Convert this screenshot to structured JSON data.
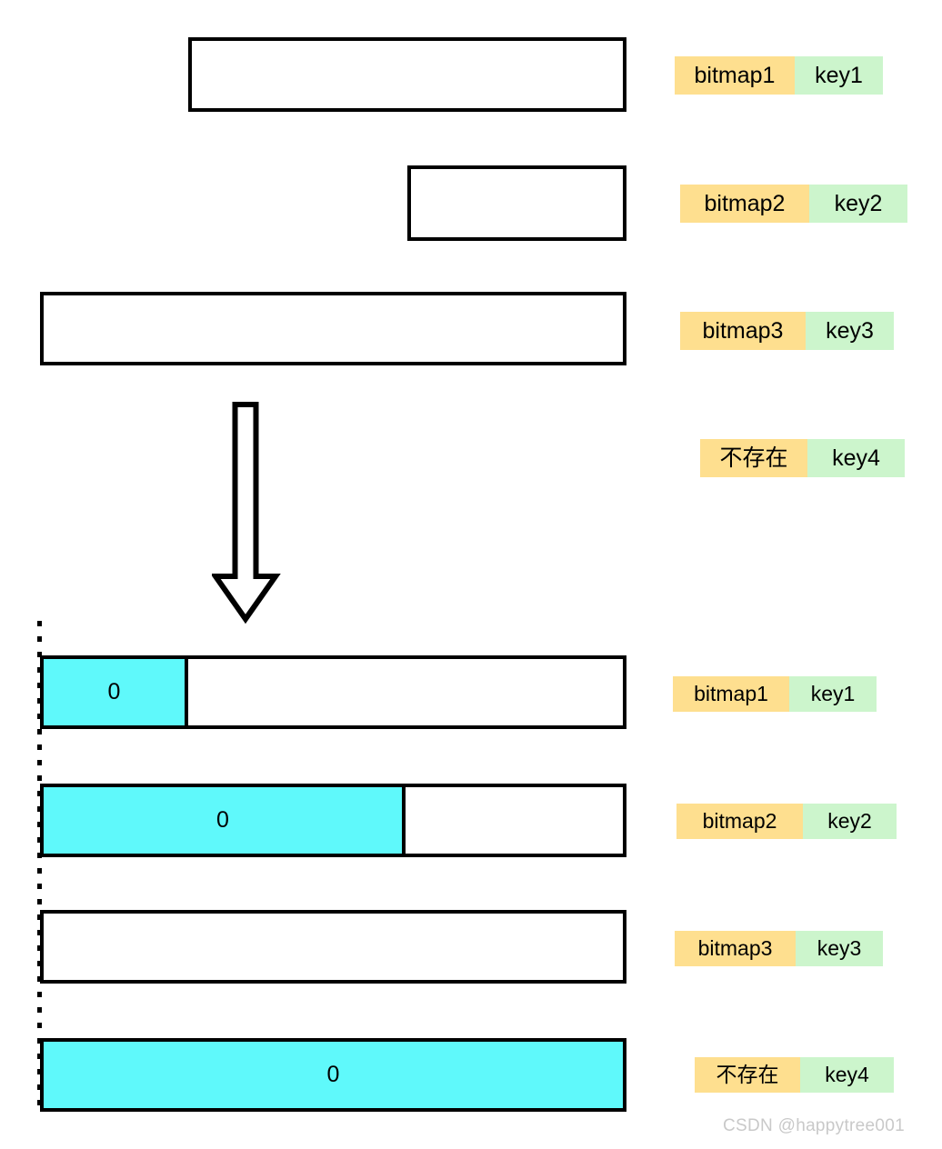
{
  "diagram": {
    "title": "bitmap key mapping diagram",
    "colors": {
      "fill_cyan": "#5FF9FB",
      "pill_bitmap_bg": "#FEDF8F",
      "pill_key_bg": "#CCF5CC",
      "stroke": "#000000",
      "watermark": "#c9c9c9"
    },
    "top_section": {
      "bars": [
        {
          "name": "bar-bitmap1",
          "value_label": ""
        },
        {
          "name": "bar-bitmap2",
          "value_label": ""
        },
        {
          "name": "bar-bitmap3",
          "value_label": ""
        }
      ],
      "labels": [
        {
          "bitmap": "bitmap1",
          "key": "key1"
        },
        {
          "bitmap": "bitmap2",
          "key": "key2"
        },
        {
          "bitmap": "bitmap3",
          "key": "key3"
        },
        {
          "bitmap": "不存在",
          "key": "key4"
        }
      ]
    },
    "arrow": {
      "name": "down-arrow",
      "direction": "down"
    },
    "bottom_section": {
      "bars": [
        {
          "name": "bar-bitmap1",
          "value_label": "0",
          "fill_percent": 25
        },
        {
          "name": "bar-bitmap2",
          "value_label": "0",
          "fill_percent": 62
        },
        {
          "name": "bar-bitmap3",
          "value_label": "",
          "fill_percent": 0
        },
        {
          "name": "bar-key4",
          "value_label": "0",
          "fill_percent": 100
        }
      ],
      "labels": [
        {
          "bitmap": "bitmap1",
          "key": "key1"
        },
        {
          "bitmap": "bitmap2",
          "key": "key2"
        },
        {
          "bitmap": "bitmap3",
          "key": "key3"
        },
        {
          "bitmap": "不存在",
          "key": "key4"
        }
      ]
    },
    "watermark": "CSDN @happytree001"
  }
}
